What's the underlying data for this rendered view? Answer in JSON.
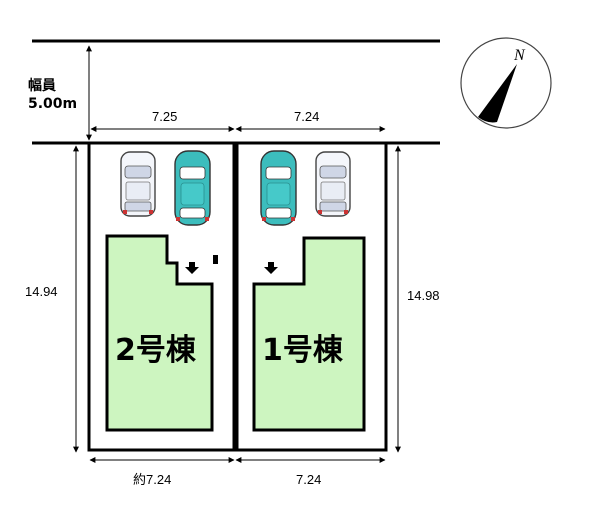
{
  "road": {
    "label": "幅員",
    "width": "5.00m"
  },
  "compass": {
    "north_label": "N"
  },
  "dims": {
    "top_left": "7.25",
    "top_right": "7.24",
    "bottom_left": "約7.24",
    "bottom_right": "7.24",
    "left_depth": "14.94",
    "right_depth": "14.98"
  },
  "buildings": {
    "left": "2号棟",
    "right": "1号棟"
  },
  "colors": {
    "building_fill": "#cdf5c0",
    "car_teal": "#3cbdbd",
    "car_white": "#f4f6fb",
    "line": "#000000"
  }
}
